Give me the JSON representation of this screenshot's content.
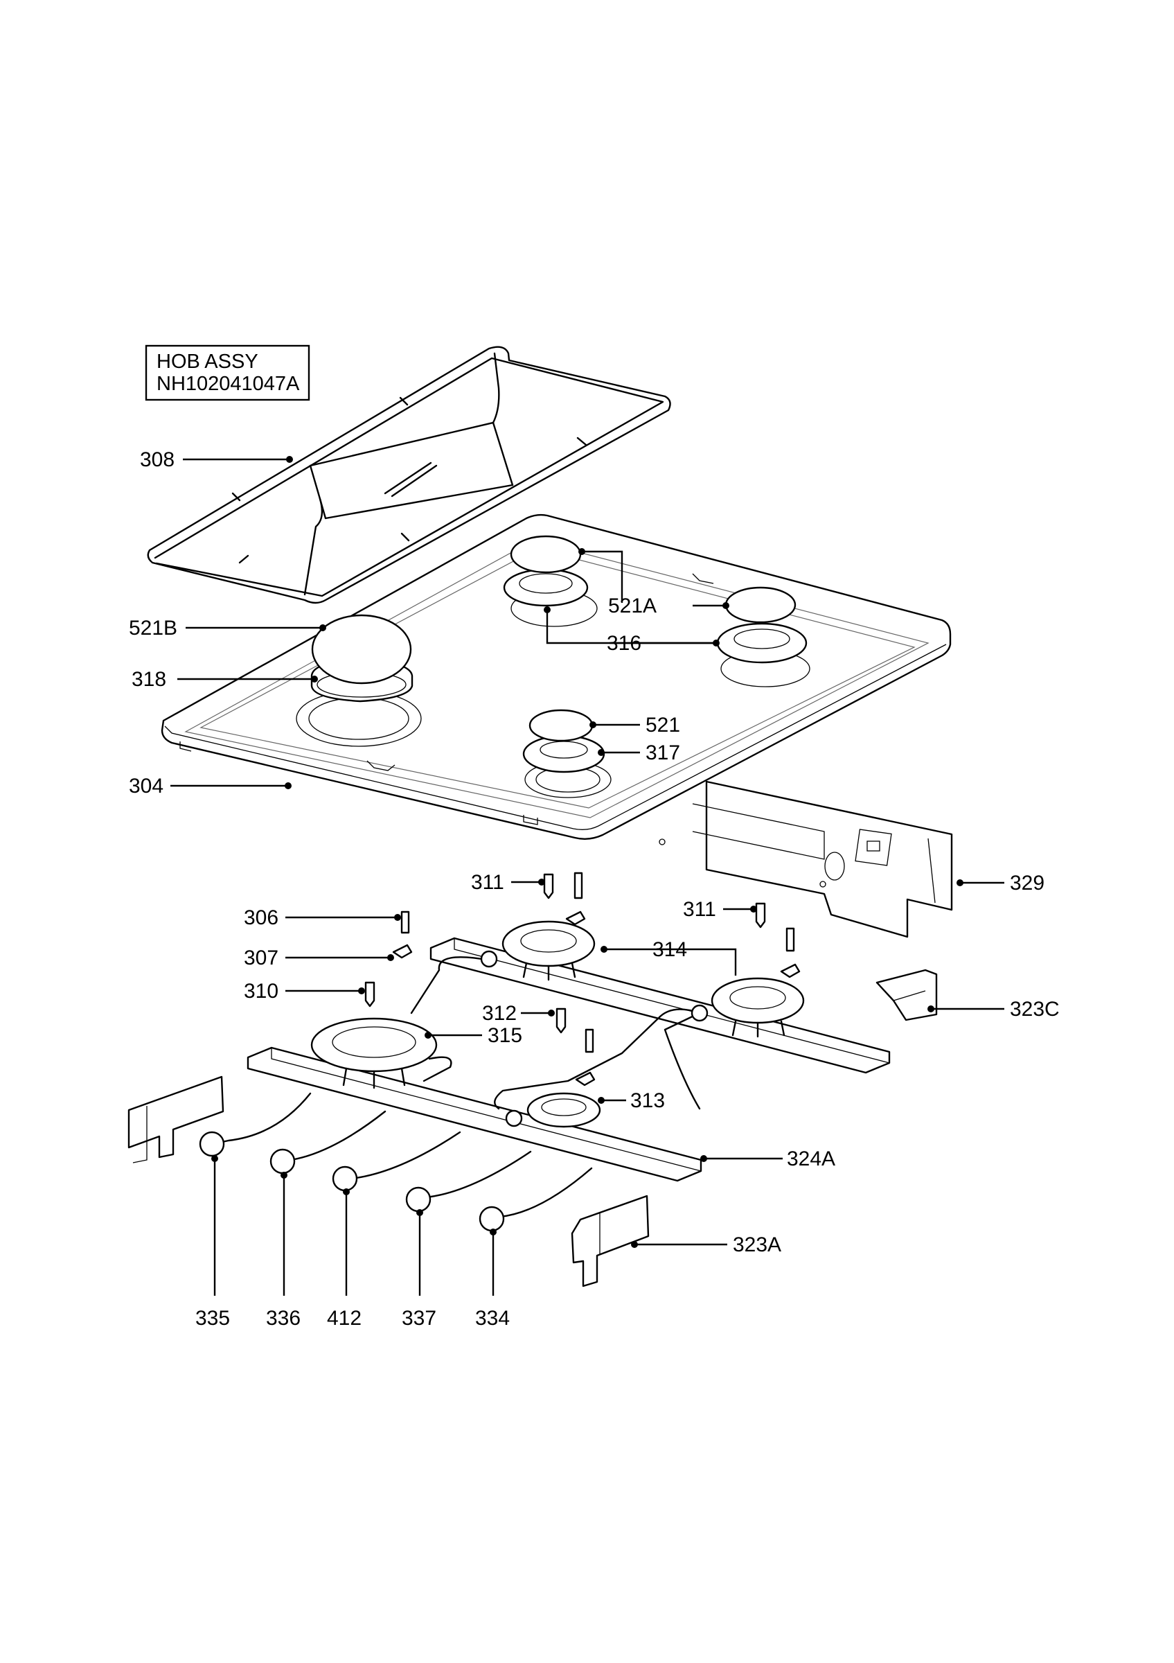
{
  "title": {
    "line1": "HOB ASSY",
    "line2": "NH102041047A"
  },
  "parts": {
    "p308": "308",
    "p521B": "521B",
    "p318": "318",
    "p304": "304",
    "p521A": "521A",
    "p316": "316",
    "p521": "521",
    "p317": "317",
    "p329": "329",
    "p311a": "311",
    "p311b": "311",
    "p306": "306",
    "p307": "307",
    "p310": "310",
    "p314": "314",
    "p315": "315",
    "p312": "312",
    "p313": "313",
    "p323C": "323C",
    "p324A": "324A",
    "p323A": "323A",
    "p335": "335",
    "p336": "336",
    "p412": "412",
    "p337": "337",
    "p334": "334"
  }
}
